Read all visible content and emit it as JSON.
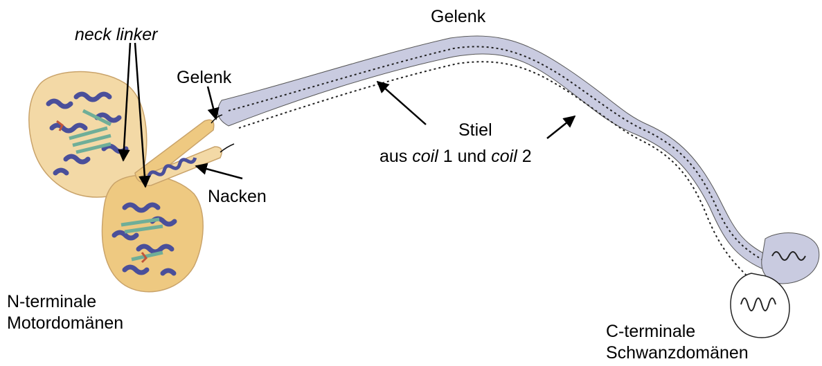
{
  "labels": {
    "neck_linker": "neck linker",
    "hinge_top": "Gelenk",
    "hinge_left": "Gelenk",
    "stalk_line1": "Stiel",
    "stalk_prefix": "aus ",
    "stalk_coil1": "coil",
    "stalk_mid": " 1 und ",
    "stalk_coil2": "coil",
    "stalk_suffix": " 2",
    "neck": "Nacken",
    "motor_line1": "N-terminale",
    "motor_line2": "Motordomänen",
    "tail_line1": "C-terminale",
    "tail_line2": "Schwanzdomänen"
  },
  "colors": {
    "motor_fill": "#f3d9a6",
    "motor_fill_dark": "#eec981",
    "stalk_fill": "#c9cbe0",
    "helix_blue": "#4a4f9a",
    "sheet_green": "#6fae98",
    "outline": "#000000"
  }
}
